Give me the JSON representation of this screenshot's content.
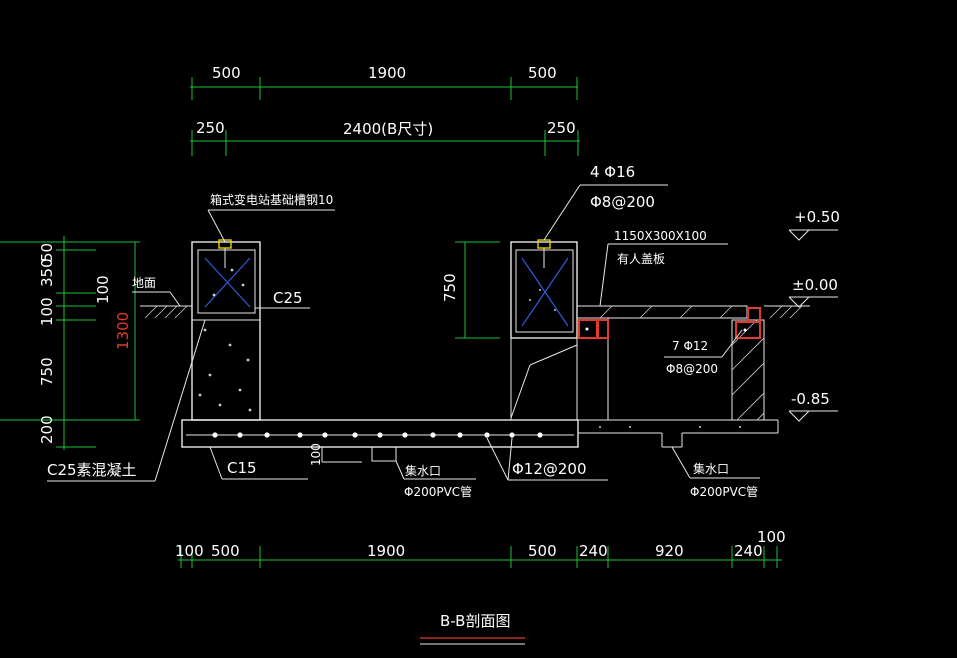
{
  "title": "B-B剖面图",
  "top_dims_row1": [
    "500",
    "1900",
    "500"
  ],
  "top_dims_row2": [
    "250",
    "2400(B尺寸)",
    "250"
  ],
  "bottom_dims": [
    "100",
    "500",
    "1900",
    "500",
    "240",
    "920",
    "240",
    "100"
  ],
  "left_dims": [
    "50",
    "350",
    "100",
    "100",
    "750",
    "200"
  ],
  "left_total": "1300",
  "inner_dim": "750",
  "labels": {
    "channel_steel": "箱式变电站基础槽钢10",
    "rebar_top": "4 Φ16",
    "stirrup_top": "Φ8@200",
    "cover_size": "1150X300X100",
    "cover_name": "有人盖板",
    "level_p050": "+0.50",
    "level_000": "±0.00",
    "level_m085": "-0.85",
    "ground": "地面",
    "c25": "C25",
    "rebar_right": "7 Φ12",
    "stirrup_right": "Φ8@200",
    "c25_plain": "C25素混凝土",
    "c15": "C15",
    "dim_100": "100",
    "sump1": "集水口",
    "pipe1": "Φ200PVC管",
    "slab_rebar": "Φ12@200",
    "sump2": "集水口",
    "pipe2": "Φ200PVC管"
  },
  "colors": {
    "background": "#000000",
    "dimension": "#19c437",
    "outline": "#e8e8e8",
    "diagonal": "#2e5bd8",
    "rebar": "#e23b2e",
    "anchor": "#e6d200"
  }
}
